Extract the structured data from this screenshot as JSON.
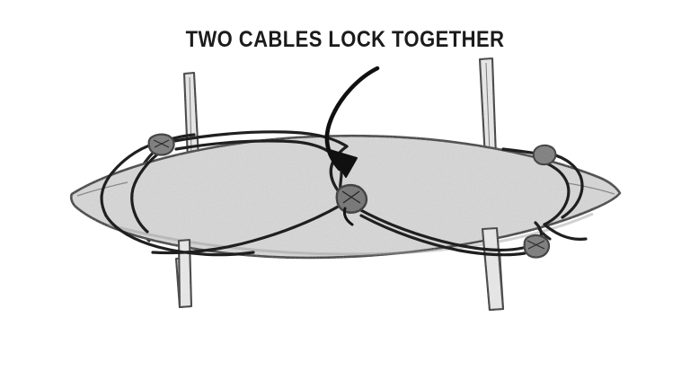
{
  "illustration": {
    "title": "TWO CABLES LOCK TOGETHER",
    "subject": "surfboard locked to a rack with two cables",
    "background_color": "#ffffff",
    "ink_color": "#1b1b1b",
    "board_fill_color": "#d8d8d8",
    "post_fill_color": "#e8e8e8",
    "annotation": {
      "label": "TWO CABLES LOCK TOGETHER",
      "arrow_from": "342,75",
      "arrow_to": "385,196",
      "points_at": "center-cable-lock-knot"
    },
    "parts": [
      {
        "name": "surfboard",
        "label": "surfboard"
      },
      {
        "name": "left-rack-post",
        "label": "left rack post"
      },
      {
        "name": "right-rack-post",
        "label": "right rack post"
      },
      {
        "name": "left-cable",
        "label": "left cable"
      },
      {
        "name": "right-cable",
        "label": "right cable"
      },
      {
        "name": "center-lock-knot",
        "label": "cable lock junction"
      },
      {
        "name": "left-knot",
        "label": "left cable knot"
      },
      {
        "name": "right-knot",
        "label": "right cable knot"
      }
    ]
  }
}
